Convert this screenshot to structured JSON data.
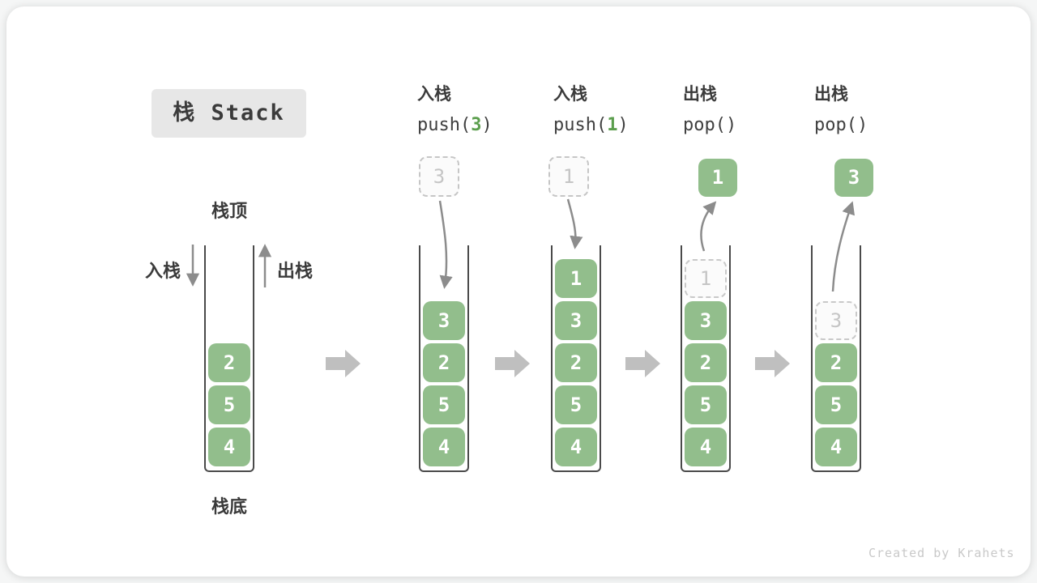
{
  "title": "栈 Stack",
  "watermark": "Created by Krahets",
  "colors": {
    "cell_green": "#92be8c",
    "code_arg_green": "#5b9e4d",
    "arrow_gray": "#8c8c8c",
    "block_arrow_gray": "#bfbfbf",
    "ghost_gray": "#c9c9c9",
    "text_dark": "#3b3b3b"
  },
  "initial": {
    "top_label": "栈顶",
    "bottom_label": "栈底",
    "push_label": "入栈",
    "pop_label": "出栈",
    "items": [
      "2",
      "5",
      "4"
    ]
  },
  "steps": [
    {
      "op_label": "入栈",
      "code_prefix": "push(",
      "code_arg": "3",
      "code_suffix": ")",
      "floating_value": "3",
      "items": [
        "3",
        "2",
        "5",
        "4"
      ]
    },
    {
      "op_label": "入栈",
      "code_prefix": "push(",
      "code_arg": "1",
      "code_suffix": ")",
      "floating_value": "1",
      "items": [
        "1",
        "3",
        "2",
        "5",
        "4"
      ]
    },
    {
      "op_label": "出栈",
      "code_prefix": "pop(",
      "code_arg": "",
      "code_suffix": ")",
      "floating_value": "1",
      "ghost_value": "1",
      "items": [
        "3",
        "2",
        "5",
        "4"
      ]
    },
    {
      "op_label": "出栈",
      "code_prefix": "pop(",
      "code_arg": "",
      "code_suffix": ")",
      "floating_value": "3",
      "ghost_value": "3",
      "items": [
        "2",
        "5",
        "4"
      ]
    }
  ]
}
